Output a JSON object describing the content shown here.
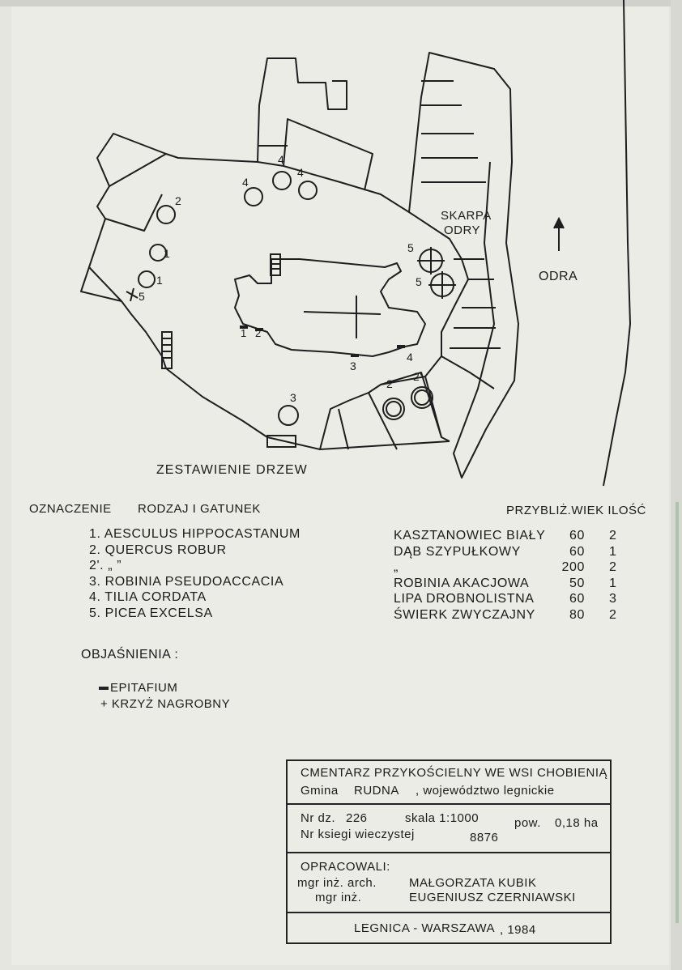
{
  "map_labels": {
    "skarpa": "SKARPA",
    "odry": "ODRY",
    "odra": "ODRA",
    "tree_marks": [
      "2",
      "1",
      "1",
      "5",
      "4",
      "4",
      "4",
      "5",
      "5",
      "1",
      "2",
      "3",
      "4",
      "2",
      "2'",
      "3"
    ]
  },
  "heading": "ZESTAWIENIE DRZEW",
  "table": {
    "headers": {
      "oznaczenie": "OZNACZENIE",
      "rodzaj": "RODZAJ I GATUNEK",
      "wiek_ilosc": "PRZYBLIŻ.WIEK ILOŚĆ"
    },
    "latin": [
      "1. AESCULUS HIPPOCASTANUM",
      "2. QUERCUS ROBUR",
      "2'. „ ”",
      "3. ROBINIA PSEUDOACCACIA",
      "4. TILIA CORDATA",
      "5. PICEA EXCELSA"
    ],
    "polish": [
      "KASZTANOWIEC BIAŁY",
      "DĄB SZYPUŁKOWY",
      "„",
      "ROBINIA AKACJOWA",
      "LIPA DROBNOLISTNA",
      "ŚWIERK ZWYCZAJNY"
    ],
    "ages": [
      "60",
      "60",
      "200",
      "50",
      "60",
      "80"
    ],
    "counts": [
      "2",
      "1",
      "2",
      "1",
      "3",
      "2"
    ]
  },
  "legend": {
    "title": "OBJAŚNIENIA :",
    "epitafium": "EPITAFIUM",
    "krzyz": "+ KRZYŻ NAGROBNY"
  },
  "title_block": {
    "title": "CMENTARZ PRZYKOŚCIELNY WE WSI CHOBIENIĄ",
    "gmina_label": "Gmina",
    "gmina": "RUDNA",
    "woj": ", województwo legnickie",
    "nr_dz_label": "Nr dz.",
    "nr_dz": "226",
    "skala": "skala 1:1000",
    "pow_label": "pow.",
    "pow": "0,18 ha",
    "ksiega_label": "Nr ksiegi wieczystej",
    "ksiega": "8876",
    "opracowali": "OPRACOWALI:",
    "author1_title": "mgr inż. arch.",
    "author1": "MAŁGORZATA KUBIK",
    "author2_title": "mgr inż.",
    "author2": "EUGENIUSZ CZERNIAWSKI",
    "place": "LEGNICA - WARSZAWA",
    "year": ", 1984"
  }
}
